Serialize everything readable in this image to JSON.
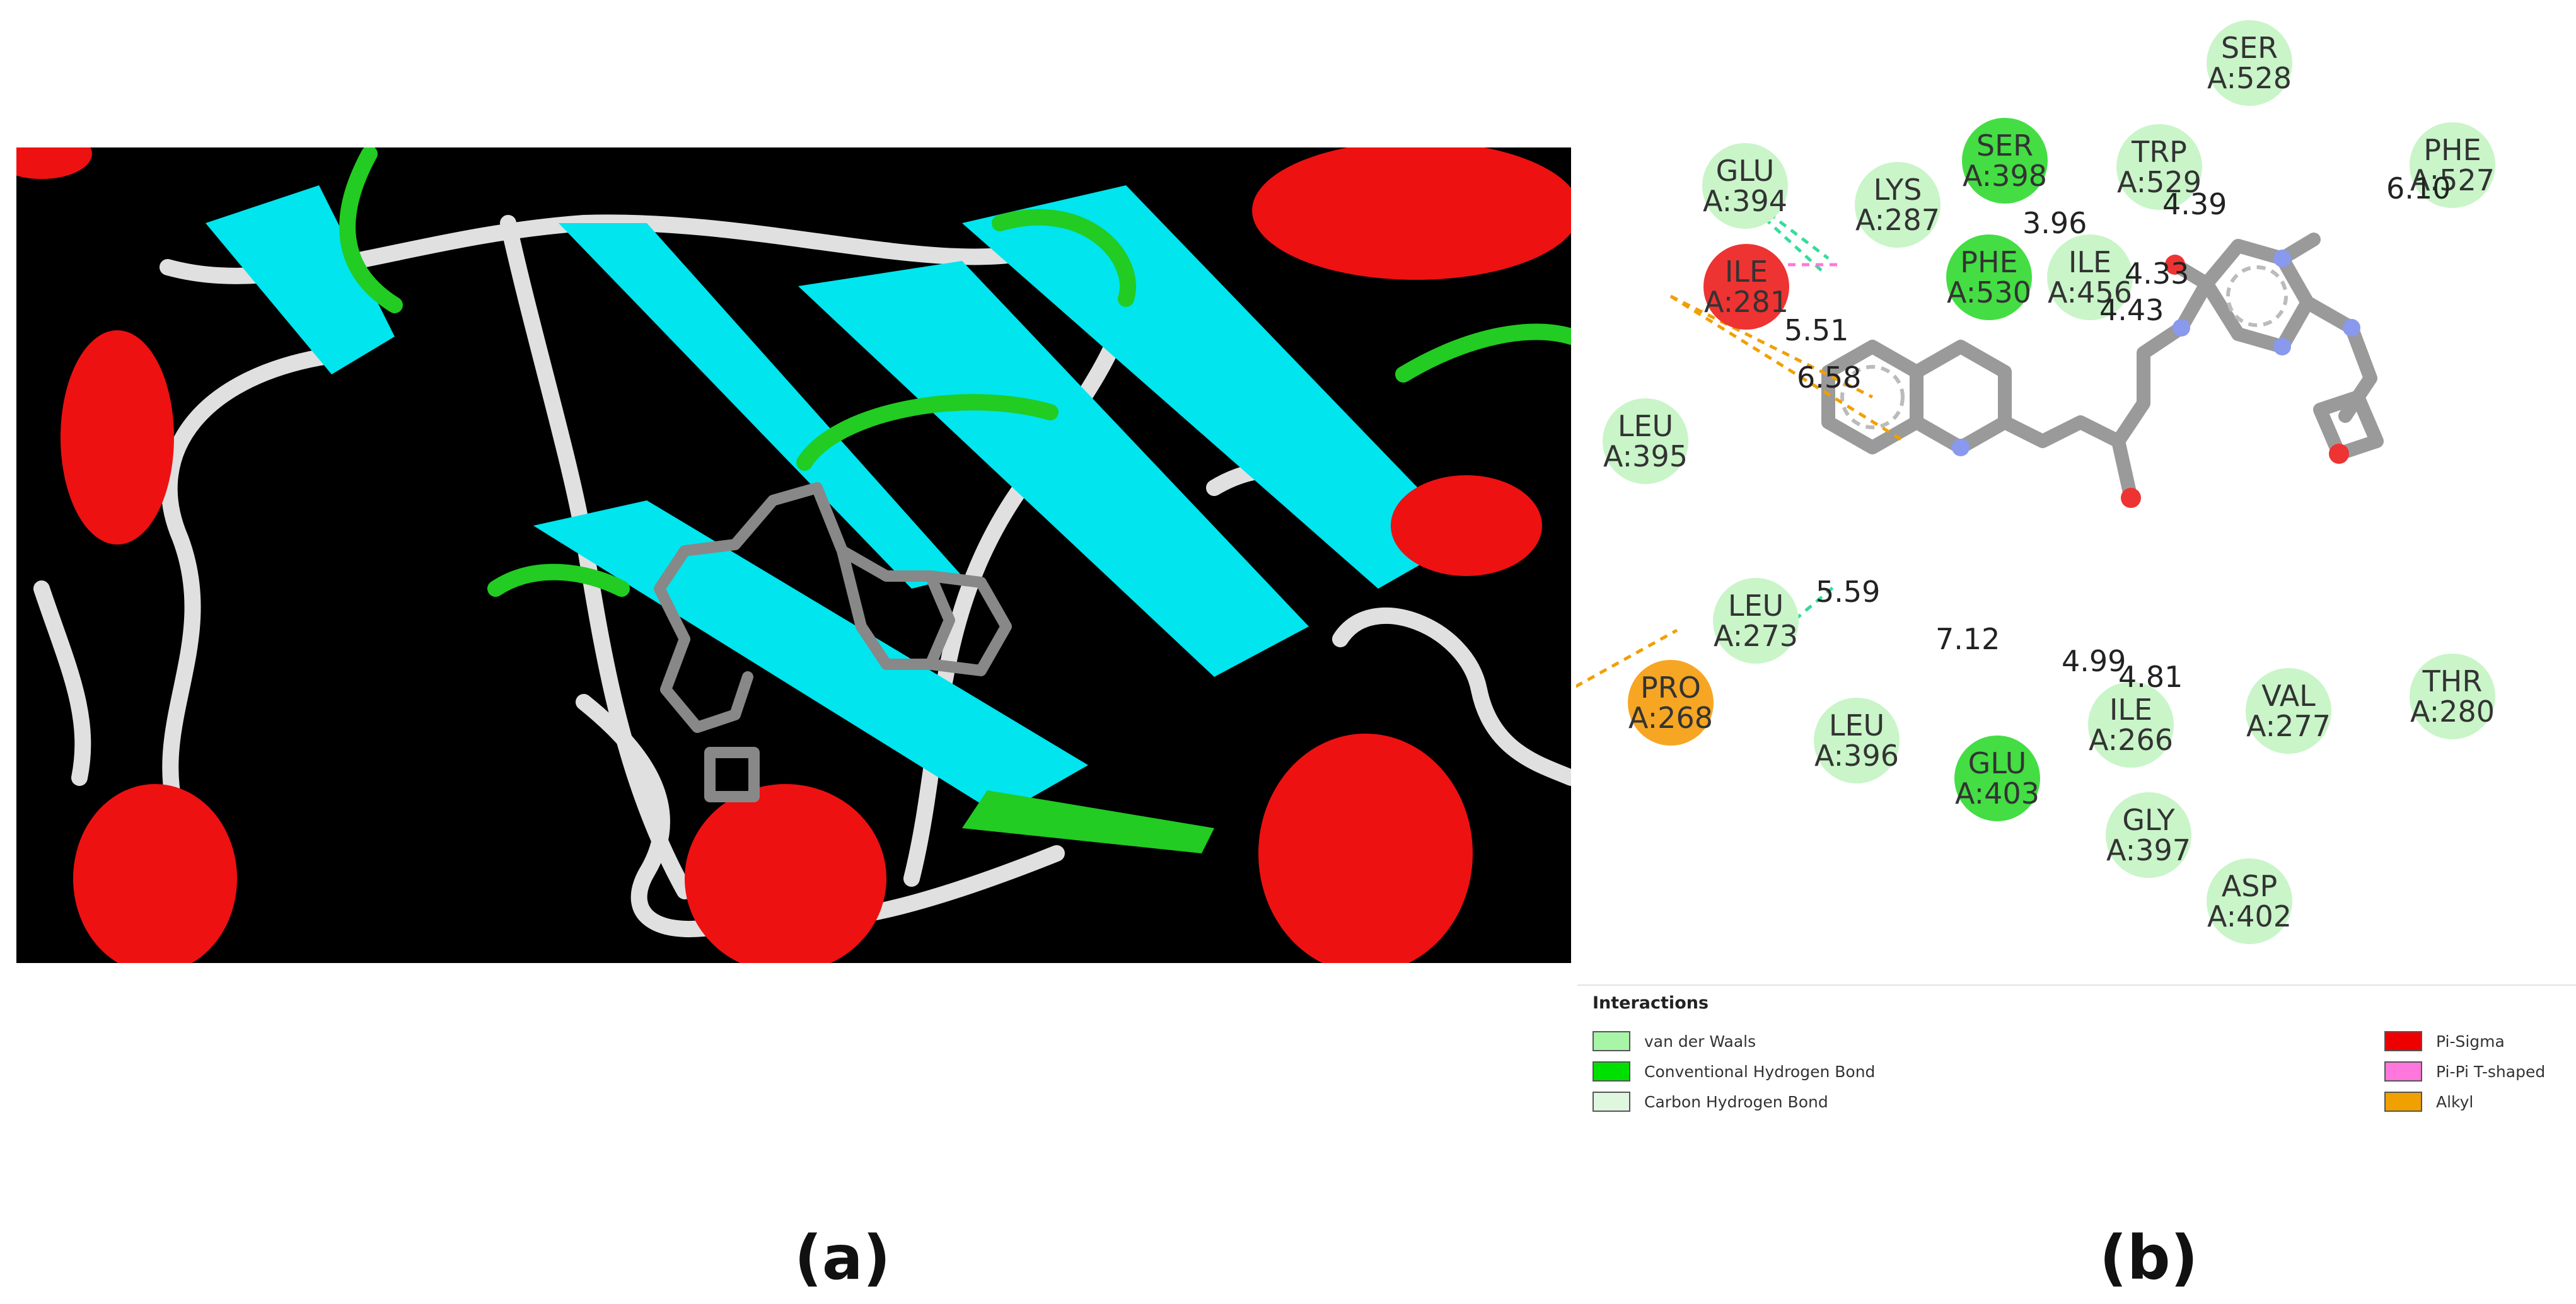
{
  "panels": {
    "a_label": "(a)",
    "b_label": "(b)"
  },
  "residues": [
    {
      "name": "SER",
      "id": "A:528",
      "type": "vdw"
    },
    {
      "name": "GLU",
      "id": "A:394",
      "type": "vdw"
    },
    {
      "name": "LYS",
      "id": "A:287",
      "type": "vdw"
    },
    {
      "name": "SER",
      "id": "A:398",
      "type": "hbond"
    },
    {
      "name": "TRP",
      "id": "A:529",
      "type": "vdw"
    },
    {
      "name": "PHE",
      "id": "A:527",
      "type": "vdw"
    },
    {
      "name": "ILE",
      "id": "A:281",
      "type": "pisigma"
    },
    {
      "name": "PHE",
      "id": "A:530",
      "type": "hbond"
    },
    {
      "name": "ILE",
      "id": "A:456",
      "type": "vdw"
    },
    {
      "name": "LEU",
      "id": "A:395",
      "type": "vdw"
    },
    {
      "name": "LEU",
      "id": "A:273",
      "type": "vdw"
    },
    {
      "name": "PRO",
      "id": "A:268",
      "type": "alkyl"
    },
    {
      "name": "LEU",
      "id": "A:396",
      "type": "vdw"
    },
    {
      "name": "GLU",
      "id": "A:403",
      "type": "hbond"
    },
    {
      "name": "ILE",
      "id": "A:266",
      "type": "vdw"
    },
    {
      "name": "VAL",
      "id": "A:277",
      "type": "vdw"
    },
    {
      "name": "THR",
      "id": "A:280",
      "type": "vdw"
    },
    {
      "name": "GLY",
      "id": "A:397",
      "type": "vdw"
    },
    {
      "name": "ASP",
      "id": "A:402",
      "type": "vdw"
    }
  ],
  "distances": [
    "3.96",
    "4.39",
    "6.10",
    "4.33",
    "4.43",
    "5.51",
    "6.58",
    "5.59",
    "7.12",
    "4.99",
    "4.81"
  ],
  "legend": {
    "title": "Interactions",
    "items": [
      {
        "label": "van der Waals",
        "color": "#a8f5a8"
      },
      {
        "label": "Conventional Hydrogen Bond",
        "color": "#00e000"
      },
      {
        "label": "Carbon Hydrogen Bond",
        "color": "#dff7df"
      },
      {
        "label": "Pi-Sigma",
        "color": "#ee0000"
      },
      {
        "label": "Pi-Pi T-shaped",
        "color": "#ff77dd"
      },
      {
        "label": "Alkyl",
        "color": "#f0a000"
      }
    ]
  },
  "colors": {
    "vdw": "#c9f5c9",
    "hbond": "#44dd44",
    "pisigma": "#ee3333",
    "alkyl": "#f6a623",
    "helix": "#ee1111",
    "sheet": "#00e5ee",
    "turn": "#22cc22",
    "coil": "#e6e6e6"
  }
}
